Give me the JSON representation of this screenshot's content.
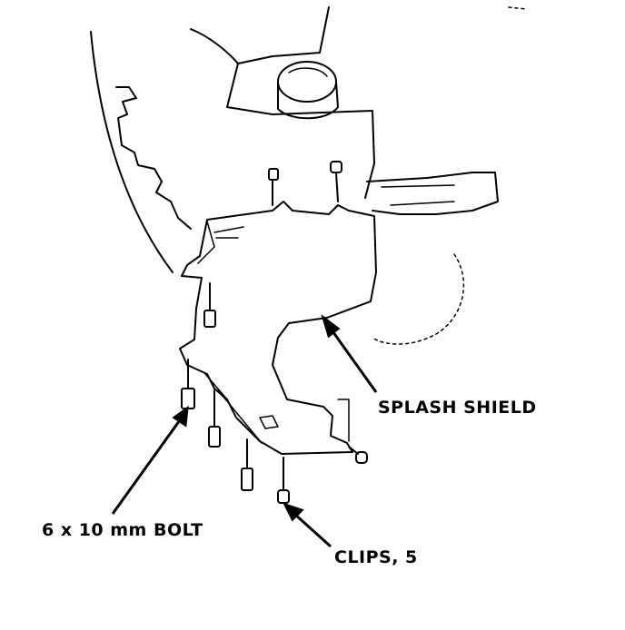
{
  "labels": {
    "splash_shield": "SPLASH SHIELD",
    "bolt": "6 x 10 mm BOLT",
    "clips": "CLIPS, 5"
  },
  "colors": {
    "ink": "#000000",
    "paper": "#ffffff"
  }
}
